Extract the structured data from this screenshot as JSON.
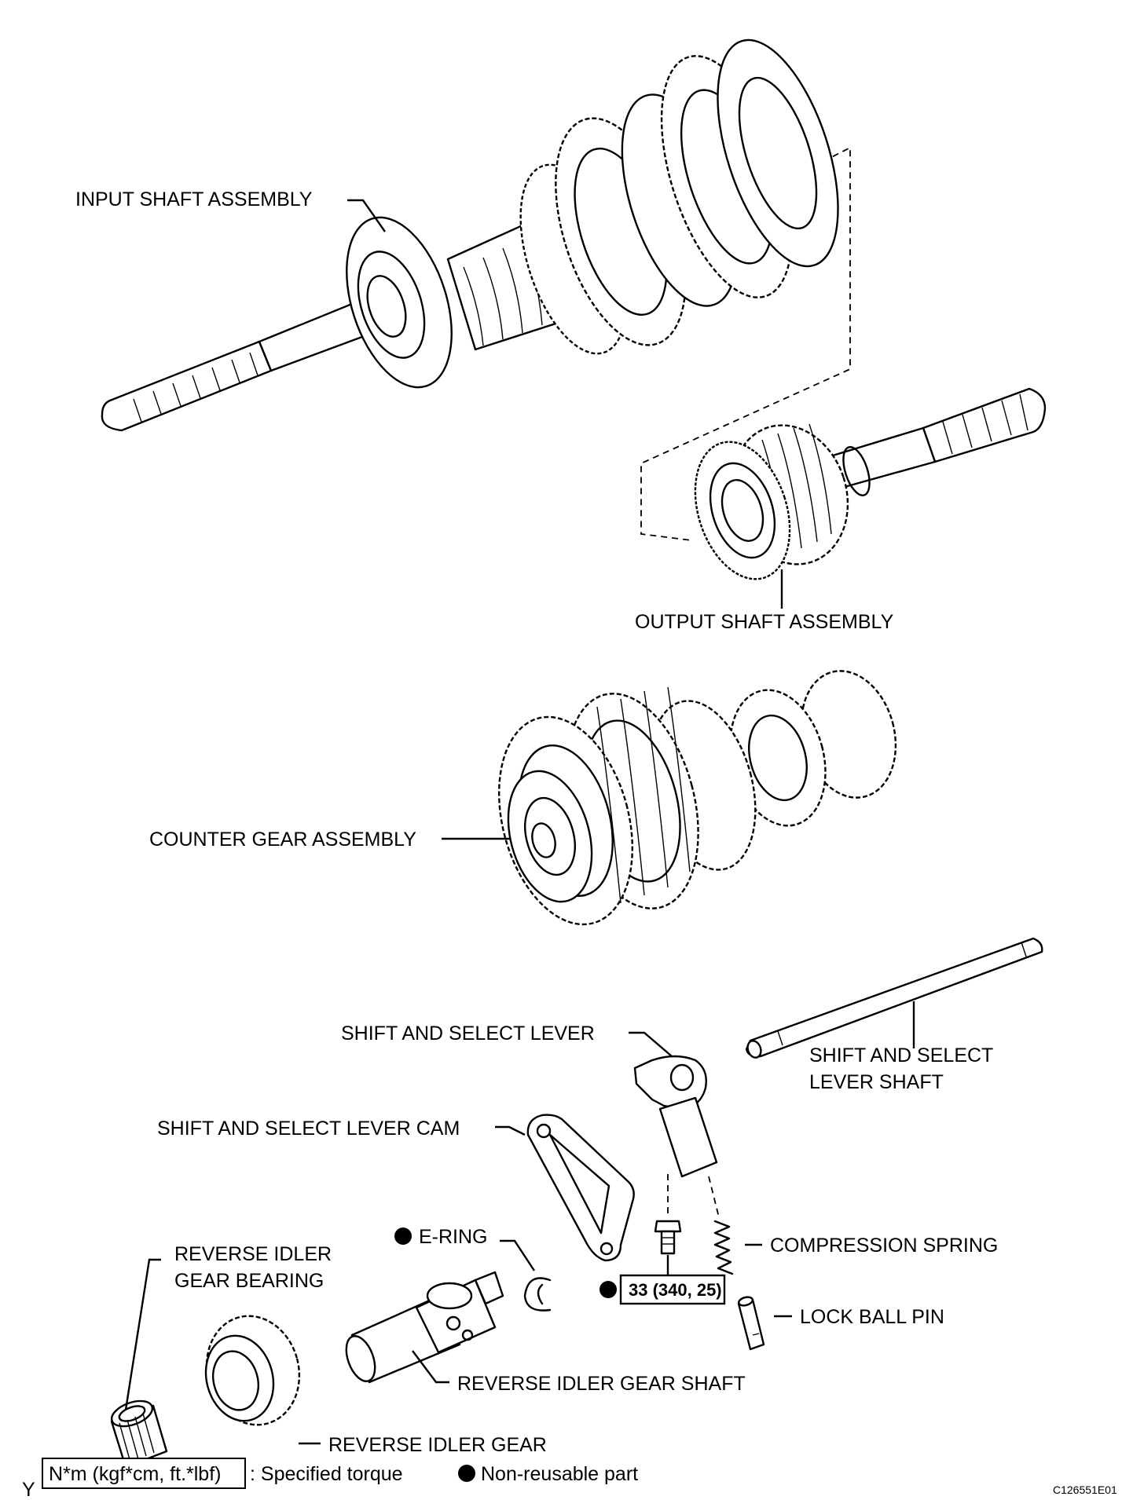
{
  "labels": {
    "input_shaft": "INPUT SHAFT ASSEMBLY",
    "output_shaft": "OUTPUT SHAFT ASSEMBLY",
    "counter_gear": "COUNTER GEAR ASSEMBLY",
    "shift_select_lever": "SHIFT AND SELECT LEVER",
    "shift_select_lever_shaft_1": "SHIFT AND SELECT",
    "shift_select_lever_shaft_2": "LEVER SHAFT",
    "shift_select_lever_cam": "SHIFT AND SELECT LEVER CAM",
    "e_ring": "E-RING",
    "compression_spring": "COMPRESSION SPRING",
    "torque_value": "33 (340, 25)",
    "reverse_idler_bearing_1": "REVERSE IDLER",
    "reverse_idler_bearing_2": "GEAR BEARING",
    "lock_ball_pin": "LOCK BALL PIN",
    "reverse_idler_shaft": "REVERSE IDLER GEAR SHAFT",
    "reverse_idler_gear": "REVERSE IDLER GEAR"
  },
  "legend": {
    "torque_units": "N*m (kgf*cm, ft.*lbf)",
    "torque_desc": ": Specified torque",
    "nonreusable_desc": "Non-reusable part"
  },
  "corner_mark": "Y",
  "figure_code": "C126551E01"
}
